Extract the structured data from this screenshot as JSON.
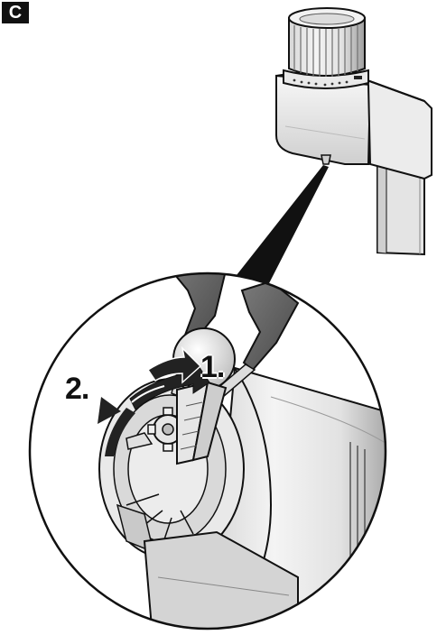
{
  "figure": {
    "panel_label": "C",
    "steps": [
      {
        "label": "1."
      },
      {
        "label": "2."
      }
    ]
  }
}
